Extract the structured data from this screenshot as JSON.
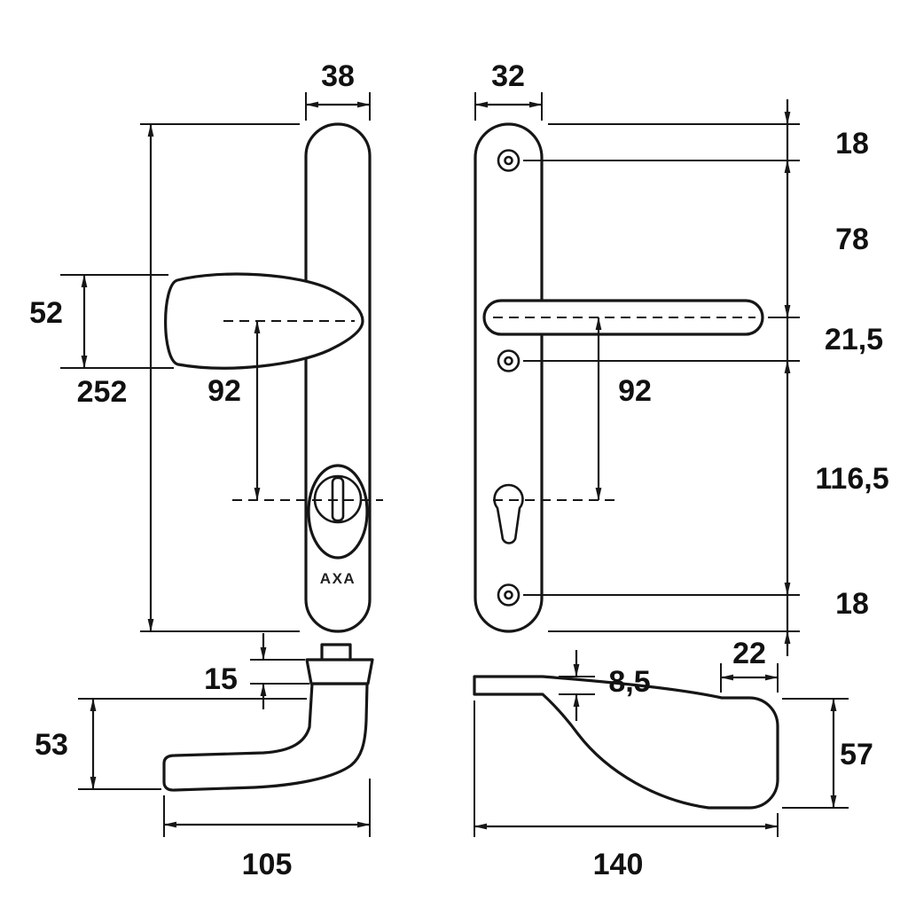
{
  "brand": "AXA",
  "dims": {
    "plate_width_knob": "38",
    "plate_width_lever": "32",
    "knob_height": "52",
    "plate_length": "252",
    "knob_pz": "92",
    "top_to_screw": "18",
    "screw_to_lever": "78",
    "lever_to_screw": "21,5",
    "lever_pz": "92",
    "screw_span": "116,5",
    "screw_to_bottom": "18",
    "knob_neck": "15",
    "knob_depth": "53",
    "knob_length": "105",
    "lever_thickness": "8,5",
    "grip_width": "22",
    "lever_depth": "57",
    "lever_length": "140"
  }
}
